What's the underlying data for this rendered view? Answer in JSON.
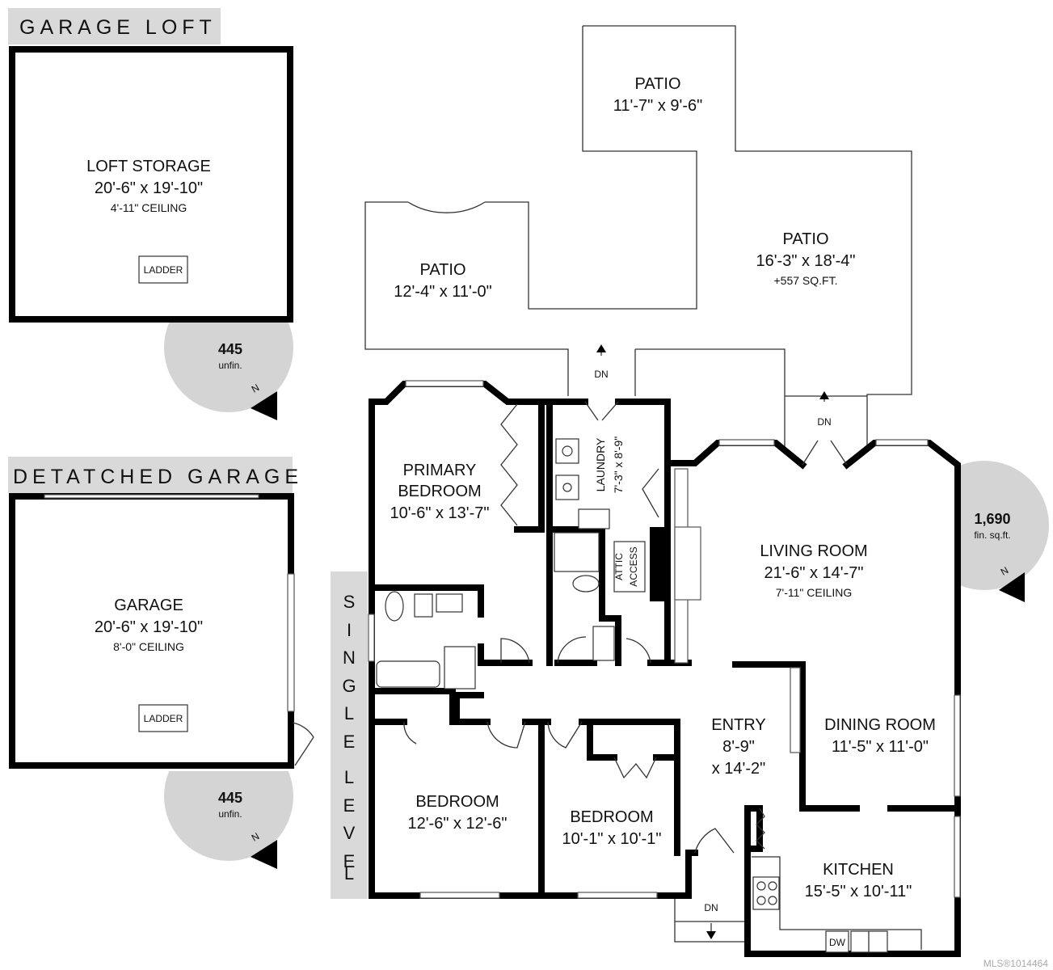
{
  "sections": {
    "garage_loft": "GARAGE LOFT",
    "detached_garage": "DETATCHED GARAGE",
    "single_level": [
      "S",
      "I",
      "N",
      "G",
      "L",
      "E",
      "L",
      "E",
      "V",
      "E",
      "L"
    ]
  },
  "rooms": {
    "loft_storage": {
      "name": "LOFT STORAGE",
      "dims": "20'-6\" x 19'-10\"",
      "note": "4'-11\" CEILING"
    },
    "garage": {
      "name": "GARAGE",
      "dims": "20'-6\" x 19'-10\"",
      "note": "8'-0\" CEILING"
    },
    "patio_top": {
      "name": "PATIO",
      "dims": "11'-7\" x 9'-6\""
    },
    "patio_left": {
      "name": "PATIO",
      "dims": "12'-4\" x 11'-0\""
    },
    "patio_right": {
      "name": "PATIO",
      "dims": "16'-3\" x 18'-4\"",
      "note": "+557 SQ.FT."
    },
    "primary_bedroom": {
      "name1": "PRIMARY",
      "name2": "BEDROOM",
      "dims": "10'-6\" x 13'-7\""
    },
    "laundry": {
      "name": "LAUNDRY",
      "dims": "7'-3\" x 8'-9\""
    },
    "attic_access": {
      "line1": "ATTIC",
      "line2": "ACCESS"
    },
    "living_room": {
      "name": "LIVING ROOM",
      "dims": "21'-6\" x 14'-7\"",
      "note": "7'-11\" CEILING"
    },
    "entry": {
      "name": "ENTRY",
      "dims1": "8'-9\"",
      "dims2": "x 14'-2\""
    },
    "dining_room": {
      "name": "DINING ROOM",
      "dims": "11'-5\" x 11'-0\""
    },
    "bedroom_left": {
      "name": "BEDROOM",
      "dims": "12'-6\" x 12'-6\""
    },
    "bedroom_mid": {
      "name": "BEDROOM",
      "dims": "10'-1\" x 10'-1\""
    },
    "kitchen": {
      "name": "KITCHEN",
      "dims": "15'-5\" x 10'-11\""
    }
  },
  "labels": {
    "ladder": "LADDER",
    "dn": "DN",
    "dw": "DW"
  },
  "badges": {
    "loft": {
      "value": "445",
      "unit": "unfin.",
      "compass": "N"
    },
    "garage": {
      "value": "445",
      "unit": "unfin.",
      "compass": "N"
    },
    "house": {
      "value": "1,690",
      "unit": "fin. sq.ft.",
      "compass": "N"
    }
  },
  "watermark": "MLS®1014464",
  "colors": {
    "wall": "#000000",
    "badge": "#d4d4d4",
    "header_band": "#d9d9d9"
  }
}
